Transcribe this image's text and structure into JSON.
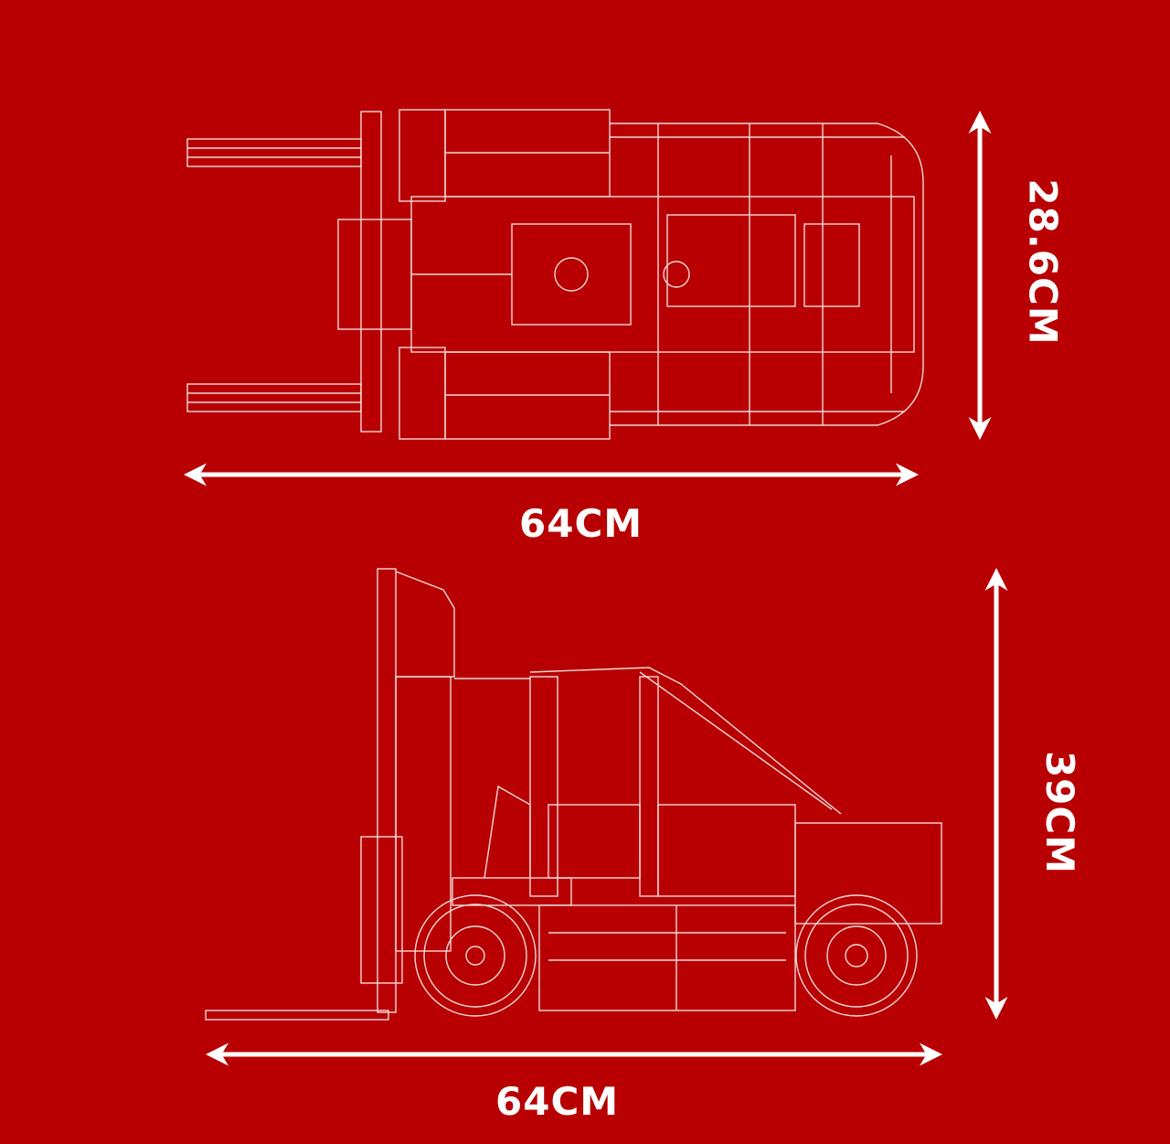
{
  "top_view": {
    "width_label": "28.6CM",
    "length_label": "64CM"
  },
  "side_view": {
    "height_label": "39CM",
    "length_label": "64CM"
  },
  "colors": {
    "background": "#b80002",
    "lines": "#ffffff"
  }
}
